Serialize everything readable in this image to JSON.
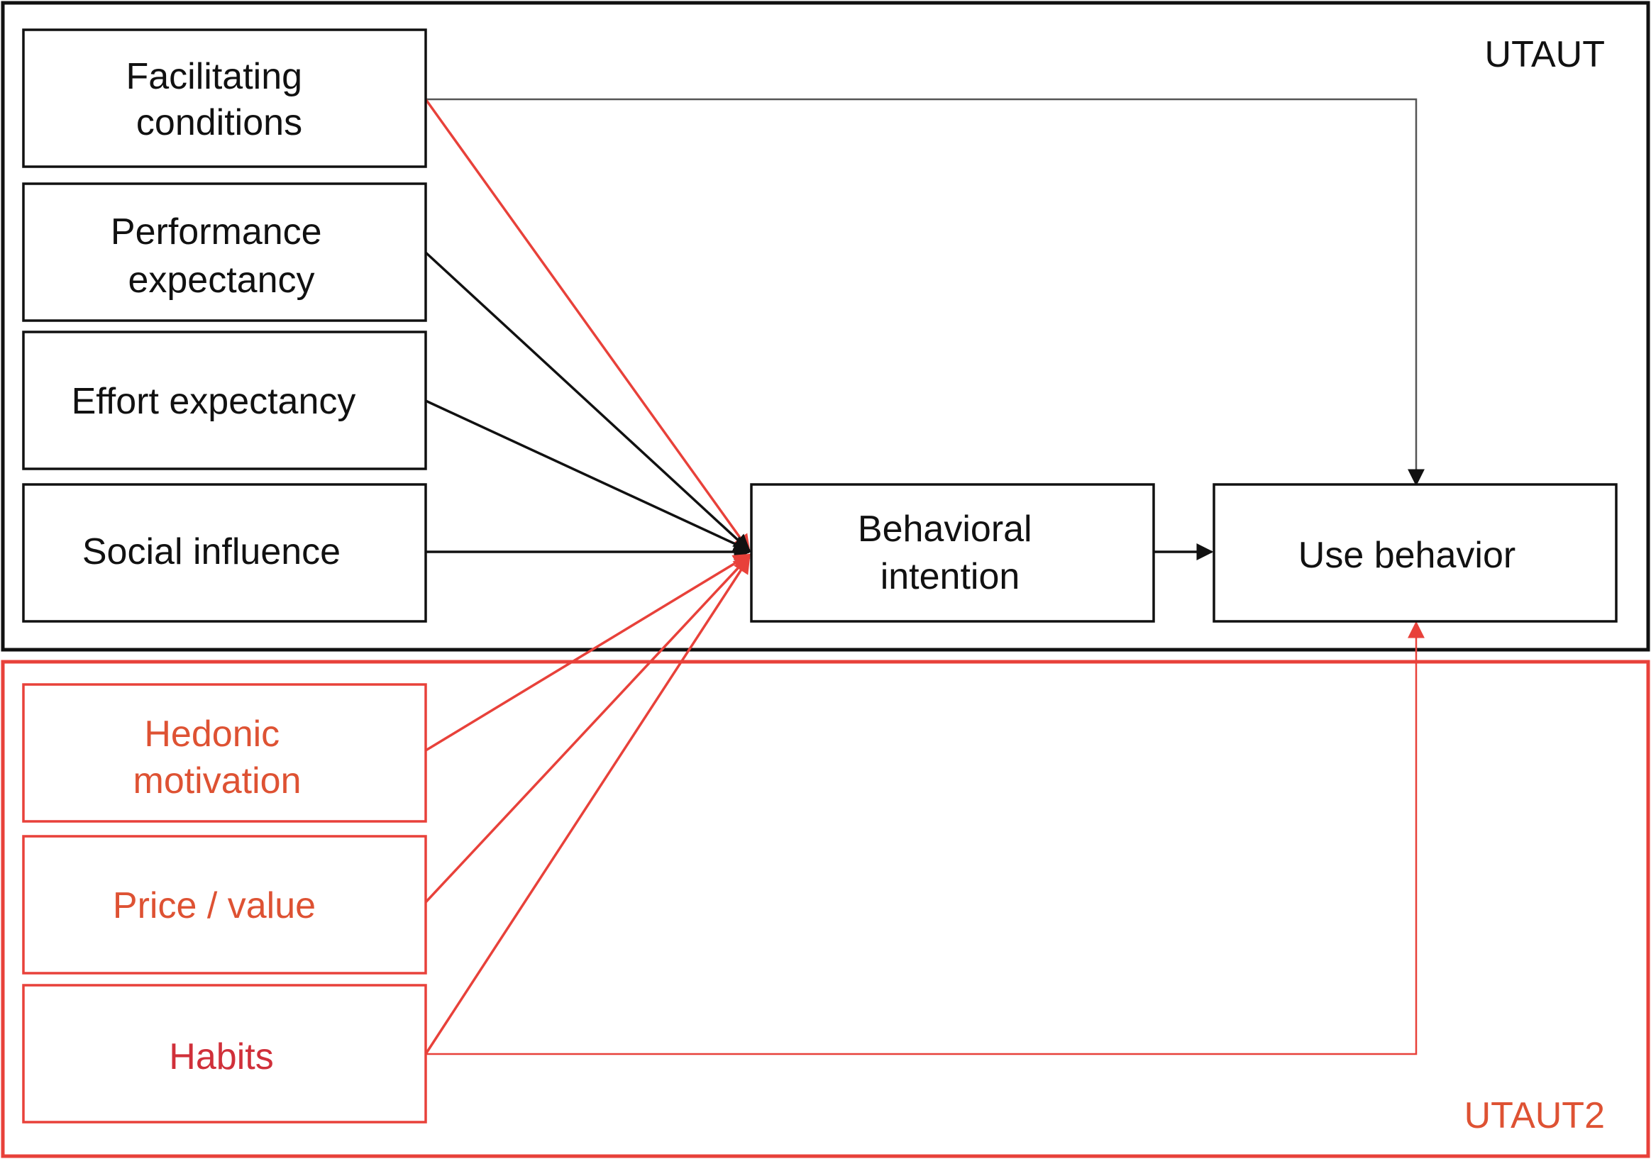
{
  "colors": {
    "black": "#111111",
    "red": "#e8413a",
    "red_text": "#de5233",
    "habits_text": "#d0303a",
    "background": "#ffffff"
  },
  "frames": {
    "utaut": "UTAUT",
    "utaut2": "UTAUT2"
  },
  "nodes": {
    "facilitating_conditions": [
      "Facilitating",
      "conditions"
    ],
    "performance_expectancy": [
      "Performance",
      "expectancy"
    ],
    "effort_expectancy": [
      "Effort expectancy"
    ],
    "social_influence": [
      "Social influence"
    ],
    "behavioral_intention": [
      "Behavioral",
      "intention"
    ],
    "use_behavior": [
      "Use behavior"
    ],
    "hedonic_motivation": [
      "Hedonic",
      "motivation"
    ],
    "price_value": [
      "Price / value"
    ],
    "habits": [
      "Habits"
    ]
  }
}
